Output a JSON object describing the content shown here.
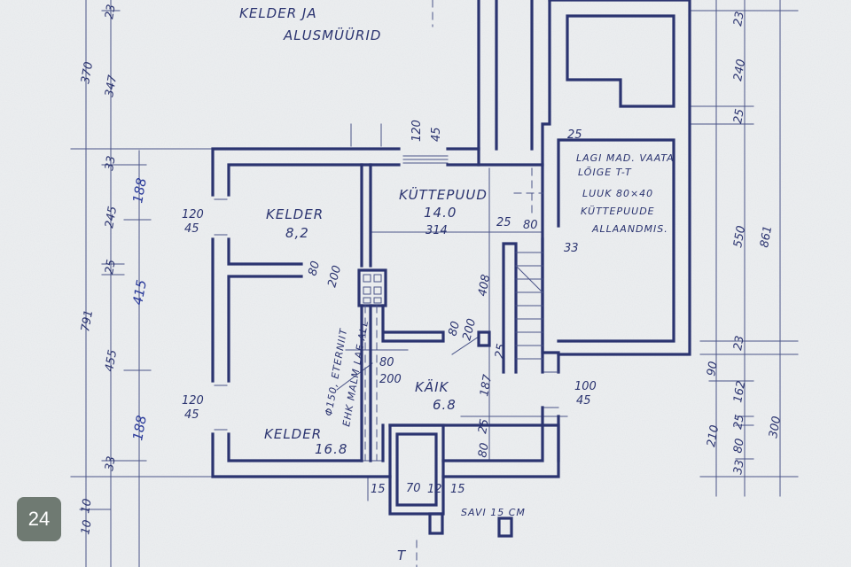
{
  "title": {
    "line1": "KELDER JA",
    "line2": "ALUSMÜÜRID"
  },
  "rooms": {
    "kelder_small": {
      "name": "KELDER",
      "area": "8,2"
    },
    "kuttepuud": {
      "name": "KÜTTEPUUD",
      "area": "14.0",
      "dim": "314"
    },
    "kelder_large": {
      "name": "KELDER",
      "area": "16.8"
    },
    "kaik": {
      "name": "KÄIK",
      "area": "6.8"
    }
  },
  "notes": {
    "lagi_1": "LAGI MAD. VAATA",
    "lagi_2": "LÕIGE T-T",
    "luuk_1": "LUUK 80×40",
    "luuk_2": "KÜTTEPUUDE",
    "luuk_3": "ALLAANDMIS.",
    "pipe_1": "Φ150, ETERNIIT",
    "pipe_2": "EHK MALM LAE ALL",
    "savi": "SAVI 15 CM",
    "section_mark": "T"
  },
  "openings": {
    "win_left_top": {
      "w": "120",
      "h": "45"
    },
    "win_left_bottom": {
      "w": "120",
      "h": "45"
    },
    "win_top": {
      "w": "120",
      "h": "45"
    },
    "win_right": {
      "w": "100",
      "h": "45"
    },
    "door_kelder": {
      "w": "80",
      "h": "200"
    },
    "door_kaik": {
      "w": "80",
      "h": "200"
    },
    "door_stair": {
      "w": "80",
      "h": "200"
    }
  },
  "dims_left": {
    "outer": [
      "370",
      "791"
    ],
    "mid": [
      "23",
      "347",
      "33",
      "245",
      "25",
      "455",
      "33",
      "10",
      "10"
    ],
    "inner": [
      "188",
      "415",
      "188"
    ]
  },
  "dims_right": {
    "inner": [
      "23",
      "240",
      "25",
      "550",
      "23",
      "90",
      "162",
      "25",
      "80",
      "33"
    ],
    "left": [
      "210"
    ],
    "outer": [
      "861",
      "300"
    ]
  },
  "dims_interior": {
    "d408": "408",
    "d25a": "25",
    "d80a": "80",
    "d33": "33",
    "d25b": "25",
    "d187": "187",
    "d25c": "25",
    "d25d": "25",
    "d80b": "80",
    "w15a": "15",
    "w70": "70",
    "w12": "12",
    "w15b": "15"
  },
  "page_badge": "24"
}
